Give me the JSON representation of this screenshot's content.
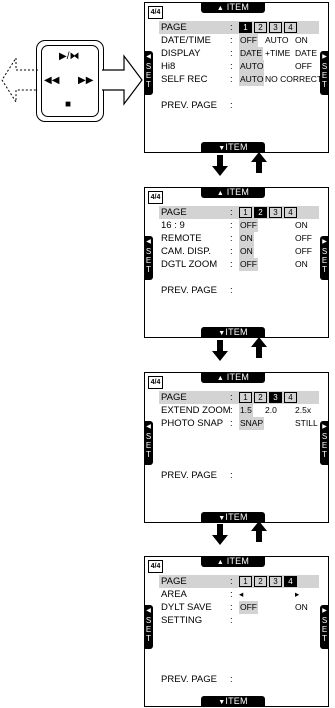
{
  "remote": {
    "play_pause": "▶/⧓",
    "rewind": "◀◀",
    "fast_forward": "▶▶",
    "stop": "■"
  },
  "common": {
    "tab_label": "ITEM",
    "set_label": [
      "S",
      "E",
      "T"
    ],
    "pages": [
      "1",
      "2",
      "3",
      "4"
    ],
    "prev_page": "PREV. PAGE",
    "page_label": "PAGE",
    "colon": ":"
  },
  "panels": [
    {
      "badge": "4/4",
      "current_page": 1,
      "rows": [
        {
          "label": "DATE/TIME",
          "values": [
            "OFF",
            "AUTO",
            "ON"
          ],
          "selected": 0
        },
        {
          "label": "DISPLAY",
          "values": [
            "DATE",
            "+TIME",
            "DATE"
          ],
          "selected": 0
        },
        {
          "label": "Hi8",
          "values": [
            "AUTO",
            "",
            "OFF"
          ],
          "selected": 0
        },
        {
          "label": "SELF REC",
          "values": [
            "AUTO",
            "NO CORRECT",
            ""
          ],
          "selected": 0
        }
      ]
    },
    {
      "badge": "4/4",
      "current_page": 2,
      "rows": [
        {
          "label": "16 : 9",
          "values": [
            "OFF",
            "",
            "ON"
          ],
          "selected": 0
        },
        {
          "label": "REMOTE",
          "values": [
            "ON",
            "",
            "OFF"
          ],
          "selected": 0
        },
        {
          "label": "CAM. DISP.",
          "values": [
            "ON",
            "",
            "OFF"
          ],
          "selected": 0
        },
        {
          "label": "DGTL ZOOM",
          "values": [
            "OFF",
            "",
            "ON"
          ],
          "selected": 0
        }
      ]
    },
    {
      "badge": "4/4",
      "current_page": 3,
      "rows": [
        {
          "label": "EXTEND ZOOM",
          "values": [
            "1.5",
            "2.0",
            "2.5x"
          ],
          "selected": 0
        },
        {
          "label": "PHOTO SNAP",
          "values": [
            "SNAP",
            "",
            "STILL"
          ],
          "selected": 0
        }
      ]
    },
    {
      "badge": "4/4",
      "current_page": 4,
      "rows": [
        {
          "label": "AREA",
          "values": [
            "◂",
            "",
            "▸"
          ],
          "selected": -1
        },
        {
          "label": "DYLT SAVE",
          "values": [
            "OFF",
            "",
            "ON"
          ],
          "selected": 0
        },
        {
          "label": "SETTING",
          "values": [
            "",
            "",
            ""
          ],
          "selected": -1
        }
      ]
    }
  ],
  "colors": {
    "ink": "#000000",
    "highlight": "#d3d3d3",
    "paper": "#ffffff"
  }
}
